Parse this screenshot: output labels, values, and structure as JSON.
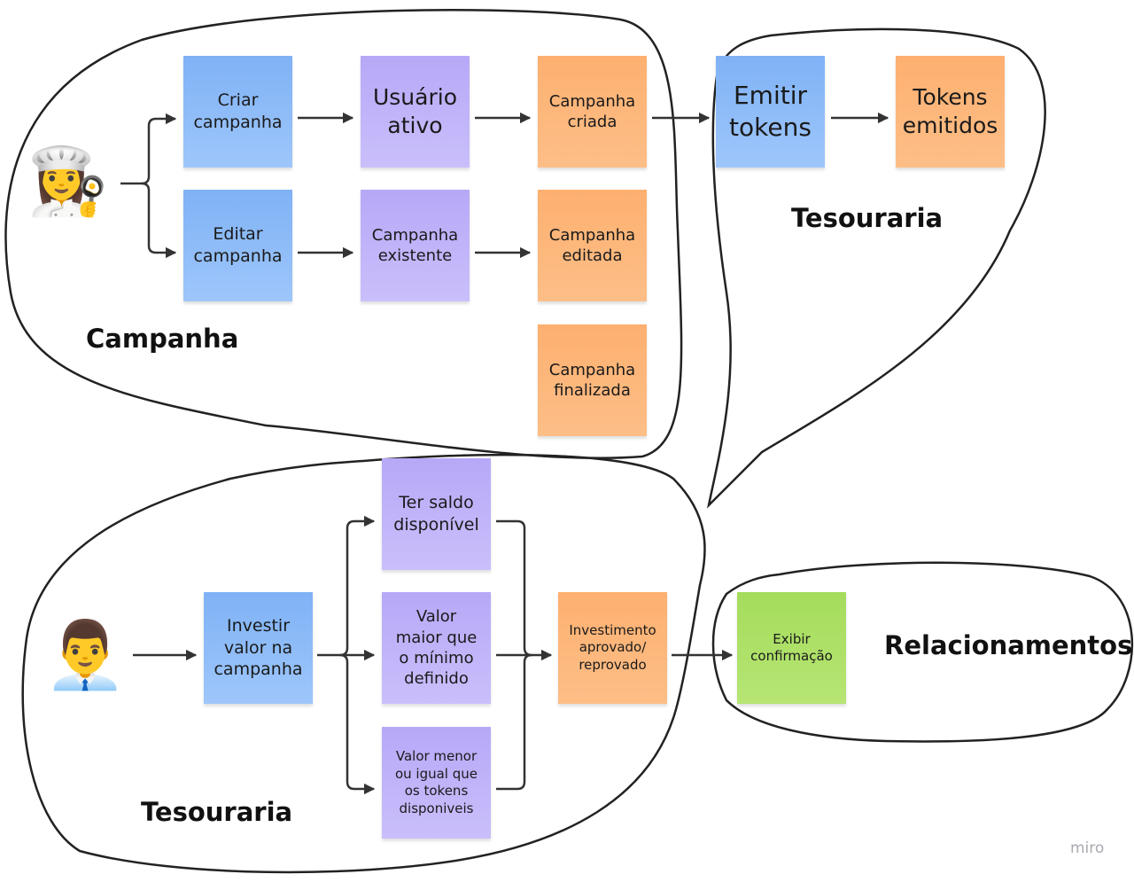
{
  "regions": {
    "campanha": "Campanha",
    "tesouraria_top": "Tesouraria",
    "tesouraria_bottom": "Tesouraria",
    "relacionamentos": "Relacionamentos"
  },
  "actors": {
    "chef": "👩‍🍳",
    "investor": "👨‍💼"
  },
  "notes": {
    "criar_campanha": "Criar campanha",
    "usuario_ativo": "Usuário ativo",
    "campanha_criada": "Campanha criada",
    "emitir_tokens": "Emitir tokens",
    "tokens_emitidos": "Tokens emitidos",
    "editar_campanha": "Editar campanha",
    "campanha_existente": "Campanha existente",
    "campanha_editada": "Campanha editada",
    "campanha_finalizada": "Campanha finalizada",
    "ter_saldo": "Ter saldo disponível",
    "investir_valor": "Investir valor na campanha",
    "valor_maior": "Valor maior que o mínimo definido",
    "investimento": "Investimento aprovado/ reprovado",
    "exibir_confirmacao": "Exibir confirmação",
    "valor_menor": "Valor menor ou igual que os tokens disponiveis"
  },
  "colors": {
    "event": "#fdb070",
    "command": "#7fb2f5",
    "policy": "#b7a8f7",
    "view": "#a5dc5c"
  },
  "branding": "miro"
}
